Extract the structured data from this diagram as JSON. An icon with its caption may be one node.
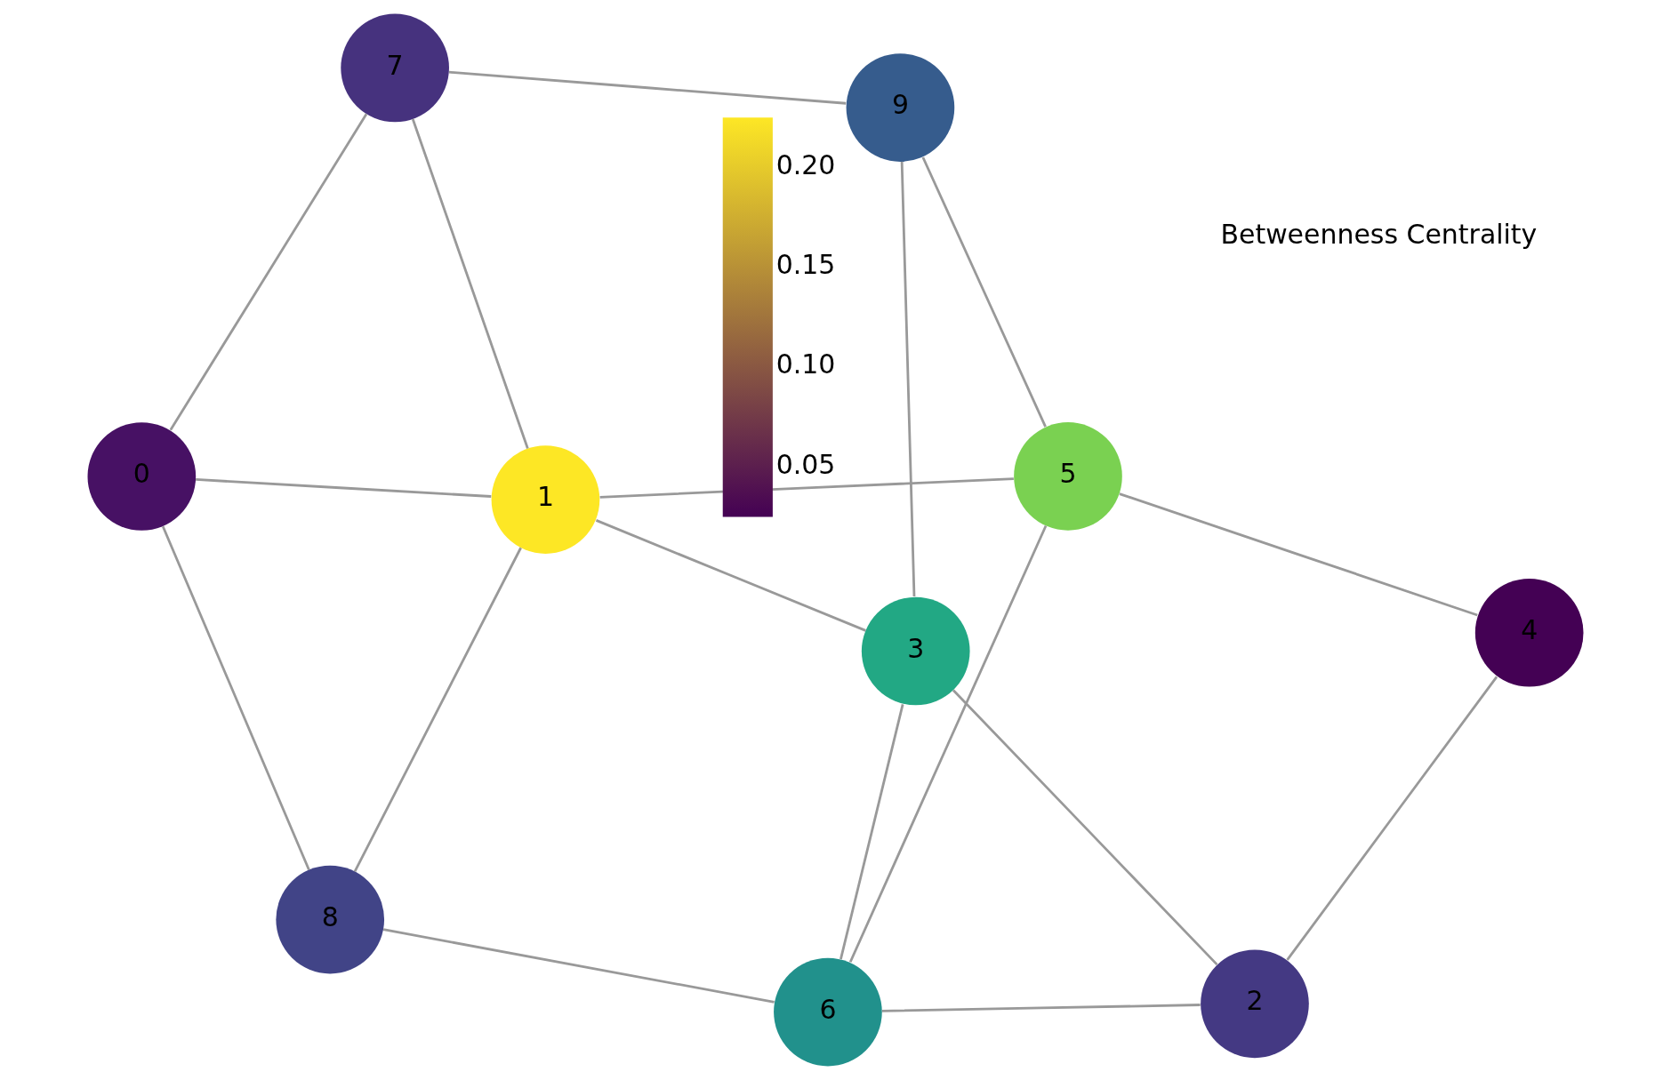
{
  "diagram": {
    "nodes": [
      {
        "text": [
          "7"
        ]
      },
      {
        "text": [
          "9"
        ]
      },
      {
        "text": [
          "0"
        ]
      },
      {
        "text": [
          "1"
        ]
      },
      {
        "text": [
          "5"
        ]
      },
      {
        "text": [
          "3"
        ]
      },
      {
        "text": [
          "8"
        ]
      },
      {
        "text": [
          "4"
        ]
      },
      {
        "text": [
          "6"
        ]
      },
      {
        "text": [
          "2"
        ]
      }
    ],
    "edges": [
      {
        "from": 0,
        "to": 1,
        "arrow": "none"
      },
      {
        "from": 0,
        "to": 2,
        "arrow": "none"
      },
      {
        "from": 0,
        "to": 3,
        "arrow": "none"
      },
      {
        "from": 1,
        "to": 4,
        "arrow": "none"
      },
      {
        "from": 1,
        "to": 5,
        "arrow": "none"
      },
      {
        "from": 2,
        "to": 3,
        "arrow": "none"
      },
      {
        "from": 2,
        "to": 6,
        "arrow": "none"
      },
      {
        "from": 3,
        "to": 4,
        "arrow": "none"
      },
      {
        "from": 3,
        "to": 5,
        "arrow": "none"
      },
      {
        "from": 3,
        "to": 6,
        "arrow": "none"
      },
      {
        "from": 4,
        "to": 7,
        "arrow": "none"
      },
      {
        "from": 4,
        "to": 8,
        "arrow": "none"
      },
      {
        "from": 5,
        "to": 9,
        "arrow": "none"
      },
      {
        "from": 5,
        "to": 8,
        "arrow": "none"
      },
      {
        "from": 6,
        "to": 8,
        "arrow": "none"
      },
      {
        "from": 7,
        "to": 9,
        "arrow": "none"
      },
      {
        "from": 9,
        "to": 8,
        "arrow": "none"
      }
    ],
    "labels": [
      "0.20",
      "0.15",
      "0.10",
      "0.05",
      "Betweenness Centrality"
    ]
  }
}
